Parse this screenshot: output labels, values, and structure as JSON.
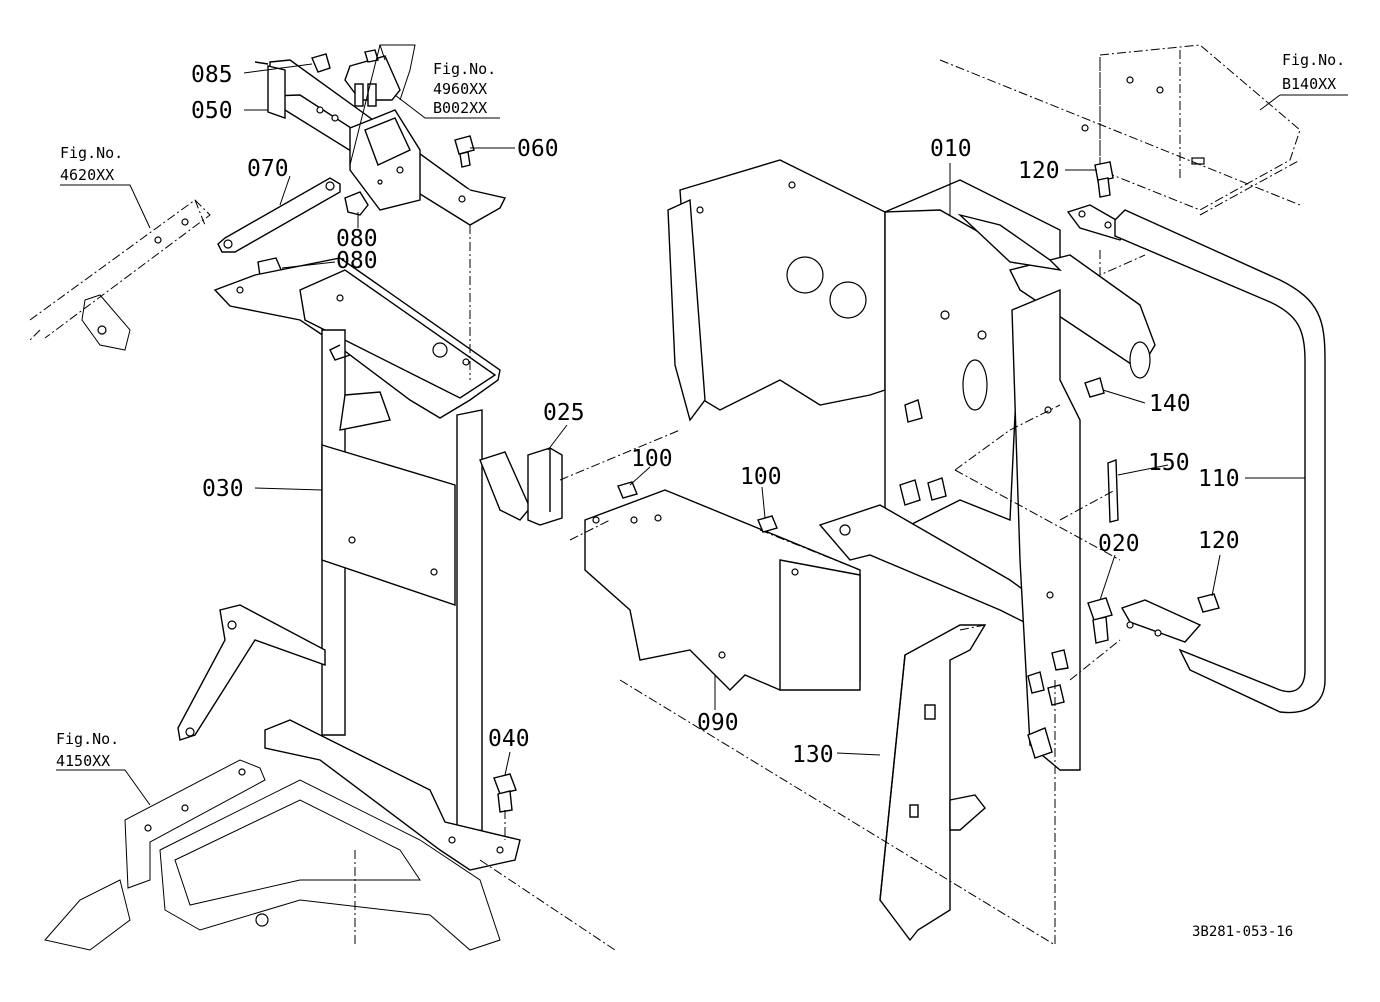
{
  "parts": {
    "p085": "085",
    "p050": "050",
    "p060": "060",
    "p070": "070",
    "p080a": "080",
    "p080b": "080",
    "p030": "030",
    "p025": "025",
    "p100a": "100",
    "p100b": "100",
    "p090": "090",
    "p040": "040",
    "p010": "010",
    "p120a": "120",
    "p120b": "120",
    "p140": "140",
    "p150": "150",
    "p110": "110",
    "p020": "020",
    "p130": "130"
  },
  "refs": {
    "fig_label": "Fig.No.",
    "r4960": "4960XX",
    "rB002": "B002XX",
    "r4620": "4620XX",
    "r4150": "4150XX",
    "rB140": "B140XX"
  },
  "drawing_code": "3B281-053-16"
}
